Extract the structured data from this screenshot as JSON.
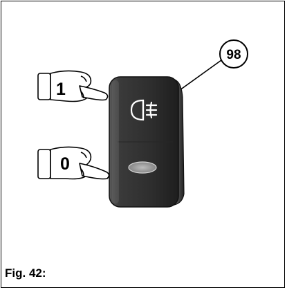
{
  "figure": {
    "caption": "Fig. 42:",
    "callout_number": "98",
    "position_on_label": "1",
    "position_off_label": "0",
    "switch": {
      "type": "rocker-switch",
      "upper_icon": "fog-light-icon",
      "lower_indicator": "indicator-lens"
    },
    "hand_icons": [
      "pointing-hand-icon",
      "pointing-hand-icon"
    ]
  }
}
